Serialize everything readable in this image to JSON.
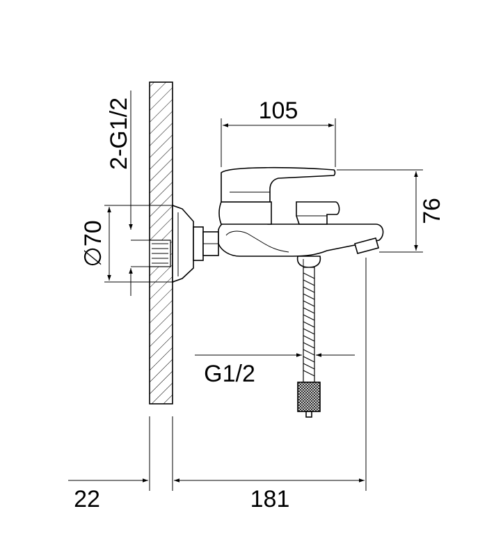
{
  "labels": {
    "width_spout": "105",
    "height_body": "76",
    "thread_inlets": "2-G1/2",
    "flange_diameter": "∅70",
    "thread_outlet": "G1/2",
    "wall_offset": "22",
    "projection": "181"
  },
  "colors": {
    "line": "#000000",
    "background": "#ffffff"
  }
}
